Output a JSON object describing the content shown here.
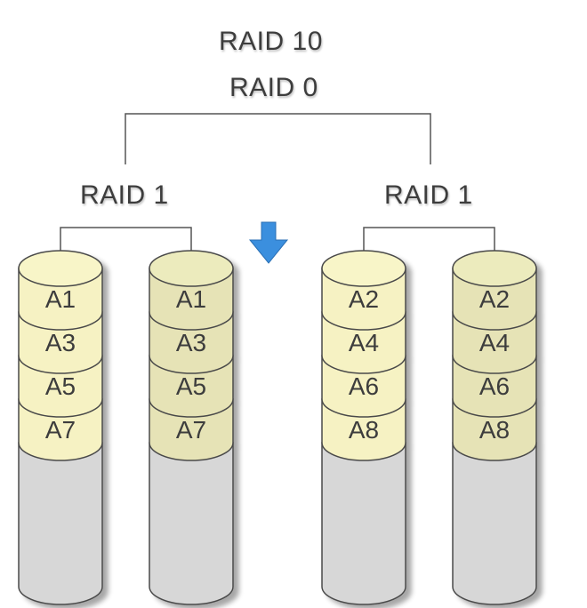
{
  "title": {
    "line1": "RAID 10",
    "line2": "RAID 0"
  },
  "groups": [
    {
      "label": "RAID 1"
    },
    {
      "label": "RAID 1"
    }
  ],
  "disks": [
    {
      "blocks": [
        "A1",
        "A3",
        "A5",
        "A7"
      ]
    },
    {
      "blocks": [
        "A1",
        "A3",
        "A5",
        "A7"
      ]
    },
    {
      "blocks": [
        "A2",
        "A4",
        "A6",
        "A8"
      ]
    },
    {
      "blocks": [
        "A2",
        "A4",
        "A6",
        "A8"
      ]
    }
  ],
  "arrow": {
    "icon": "down-arrow-icon",
    "color": "#3b8fde"
  },
  "colors": {
    "disk_top_light": "#f8f5c8",
    "disk_top_dark": "#ecebbd",
    "block_light": "#f6f2c3",
    "block_dark": "#e6e3b6",
    "disk_body": "#d7d7d7",
    "outline": "#4a4a4a",
    "connector": "#555555"
  }
}
